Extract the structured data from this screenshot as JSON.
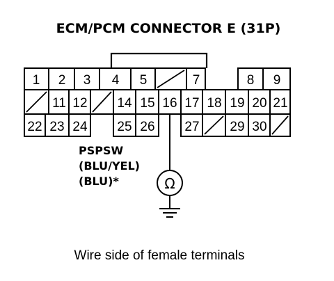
{
  "title": "ECM/PCM CONNECTOR E (31P)",
  "pins": {
    "r1": [
      "1",
      "2",
      "3",
      "4",
      "5",
      "7",
      "8",
      "9"
    ],
    "r2": [
      "11",
      "12",
      "14",
      "15",
      "16",
      "17",
      "18",
      "19",
      "20",
      "21"
    ],
    "r3": [
      "22",
      "23",
      "24",
      "25",
      "26",
      "27",
      "29",
      "30"
    ]
  },
  "probe_pin": "16",
  "wire_labels": [
    "PSPSW",
    "(BLU/YEL)",
    "(BLU)*"
  ],
  "meter_symbol": "Ω",
  "caption": "Wire side of female terminals"
}
